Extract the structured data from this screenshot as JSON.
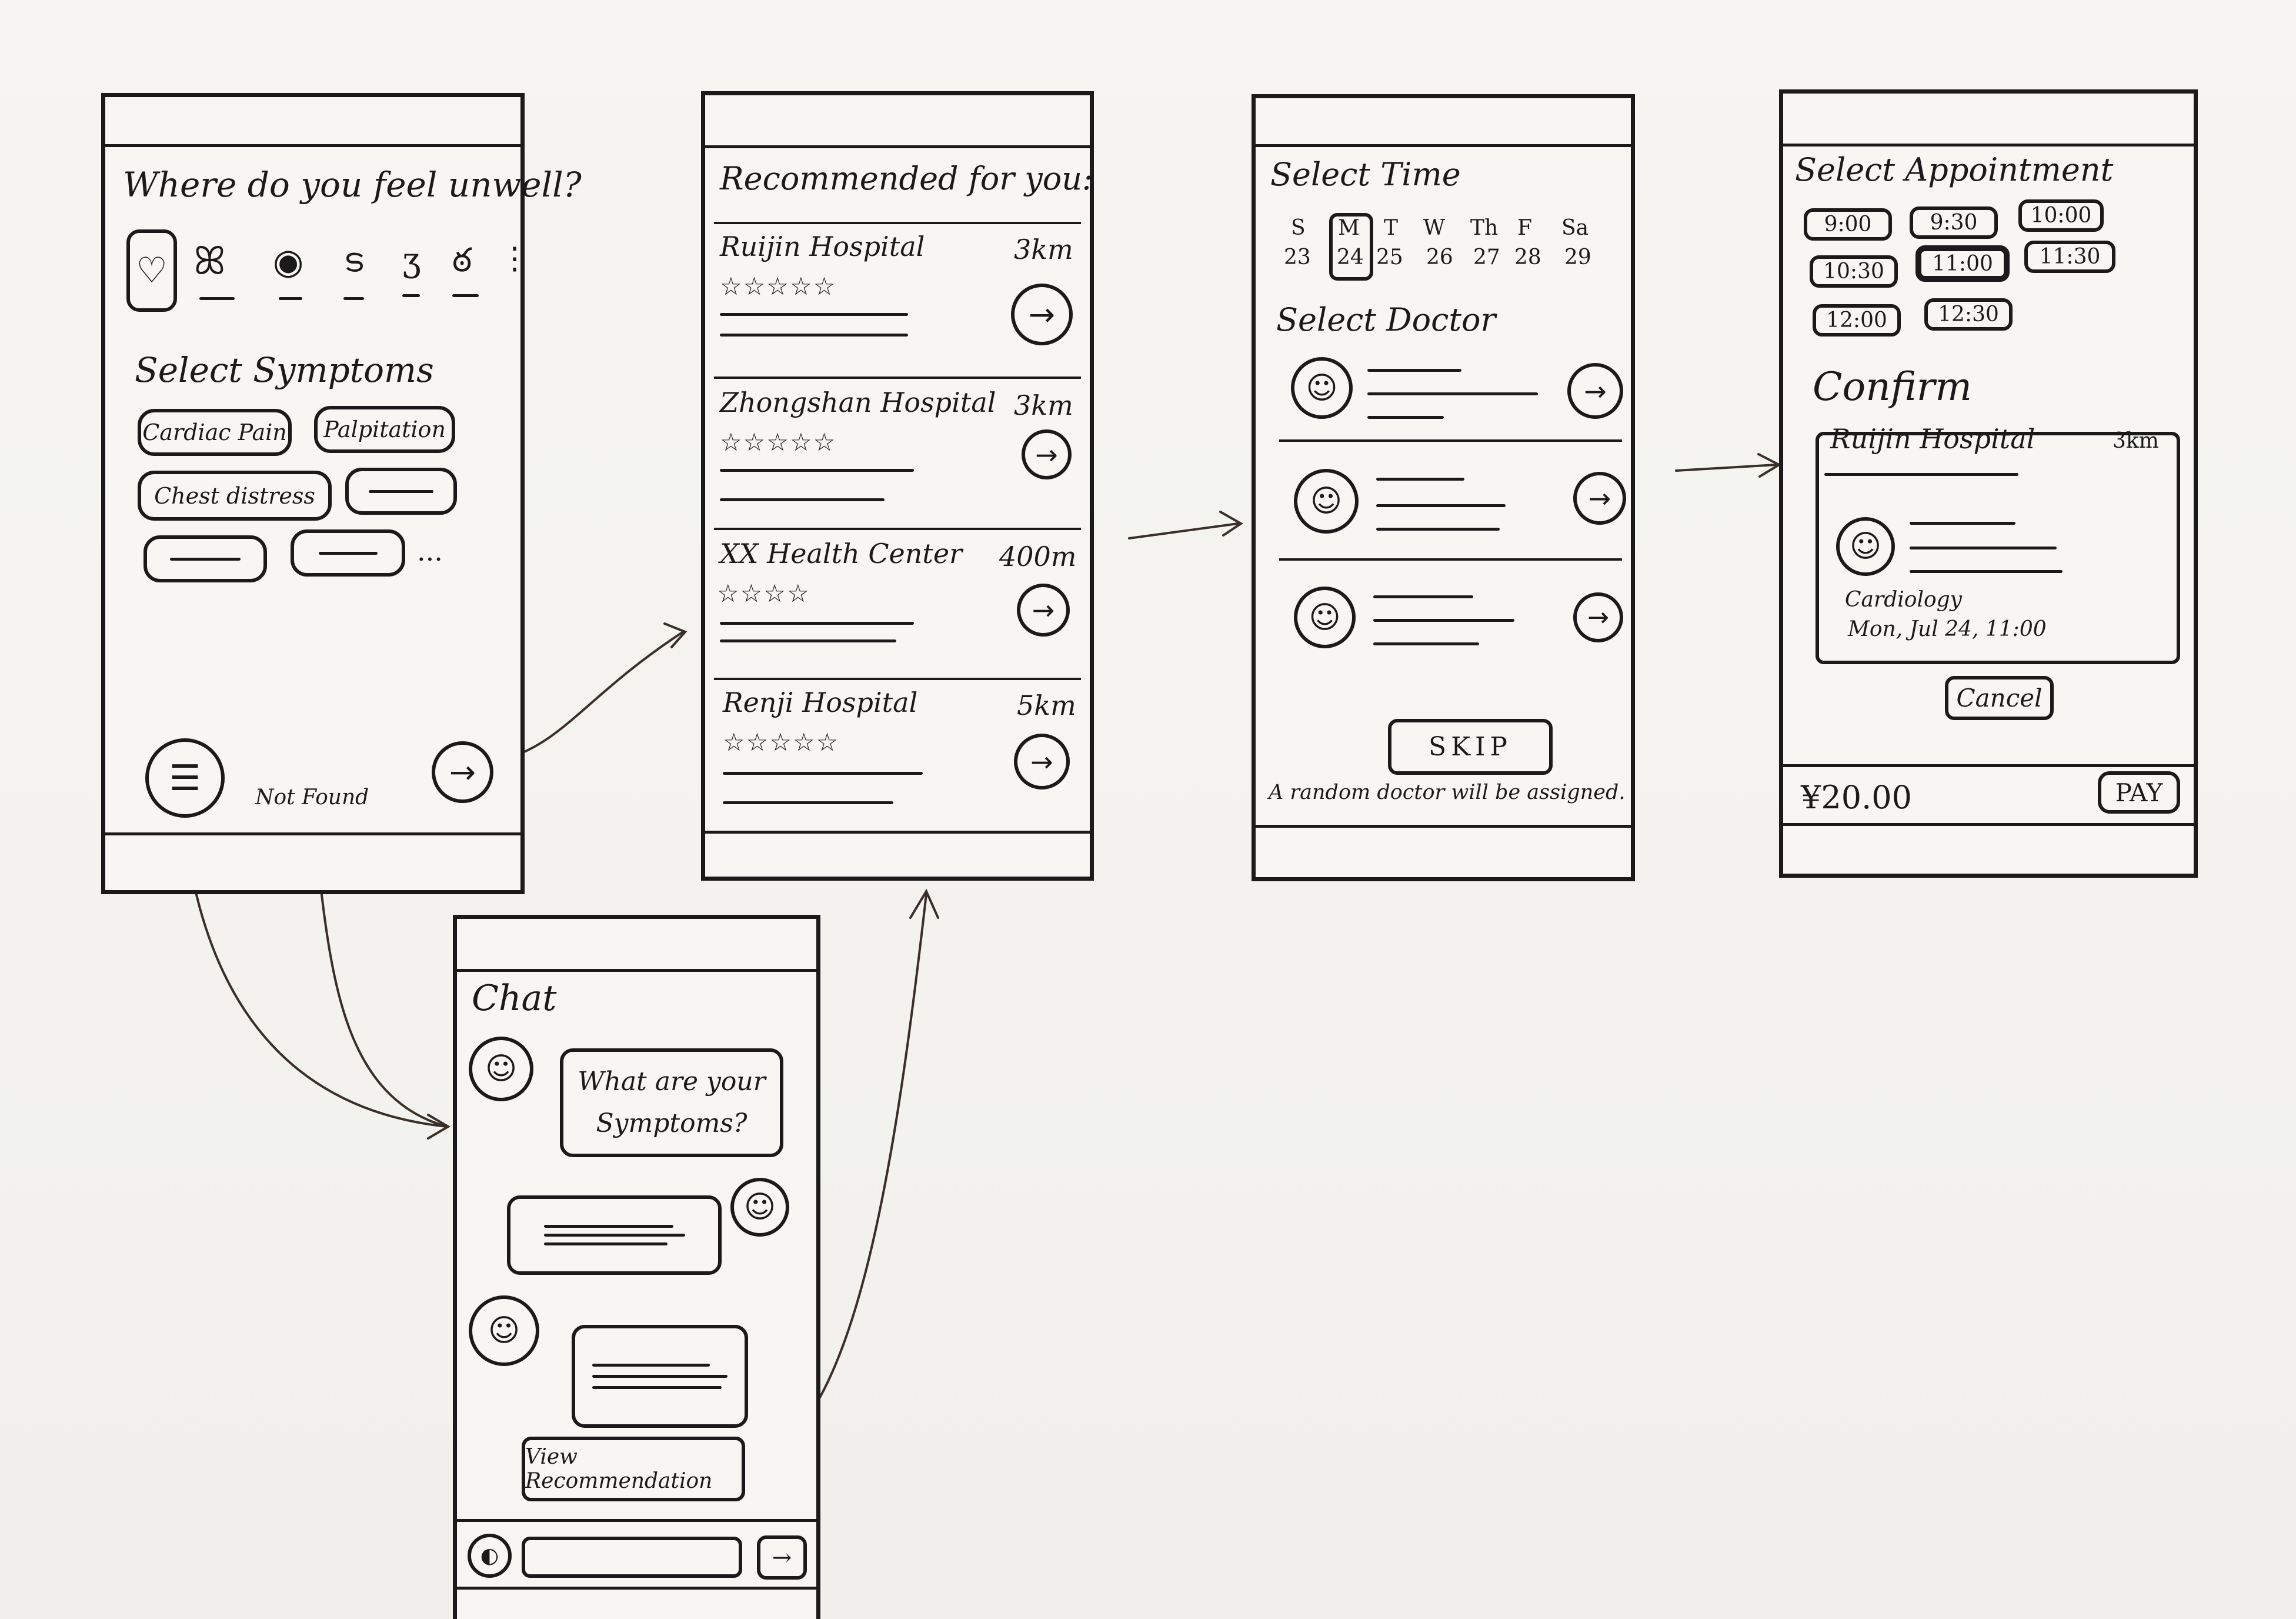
{
  "screen1": {
    "question": "Where do you feel unwell?",
    "body_icons": [
      "heart-icon",
      "lungs-icon",
      "eye-icon",
      "stomach-icon",
      "kidney-icon",
      "brain-icon"
    ],
    "more": "⋮",
    "symptoms_title": "Select Symptoms",
    "symptoms": [
      "Cardiac Pain",
      "Palpitation",
      "Chest distress"
    ],
    "ellipsis": "...",
    "not_found": "Not Found",
    "next": "→"
  },
  "screen2": {
    "title": "Recommended for you:",
    "hospitals": [
      {
        "name": "Ruijin Hospital",
        "distance": "3km",
        "stars": "☆☆☆☆☆"
      },
      {
        "name": "Zhongshan Hospital",
        "distance": "3km",
        "stars": "☆☆☆☆☆"
      },
      {
        "name": "XX Health Center",
        "distance": "400m",
        "stars": "☆☆☆☆"
      },
      {
        "name": "Renji Hospital",
        "distance": "5km",
        "stars": "☆☆☆☆☆"
      }
    ],
    "go": "→"
  },
  "screen3": {
    "title": "Select Time",
    "days": [
      "S",
      "M",
      "T",
      "W",
      "Th",
      "F",
      "Sa"
    ],
    "dates": [
      "23",
      "24",
      "25",
      "26",
      "27",
      "28",
      "29"
    ],
    "doctor_title": "Select Doctor",
    "skip": "SKIP",
    "note": "A random doctor will be assigned.",
    "go": "→"
  },
  "screen4": {
    "title": "Select Appointment",
    "times": [
      "9:00",
      "9:30",
      "10:00",
      "10:30",
      "11:00",
      "11:30",
      "12:00",
      "12:30"
    ],
    "selected_time": "11:00",
    "confirm_title": "Confirm",
    "hospital": "Ruijin Hospital",
    "distance": "3km",
    "department": "Cardiology",
    "datetime": "Mon, Jul 24, 11:00",
    "cancel": "Cancel",
    "price": "¥20.00",
    "pay": "PAY"
  },
  "chat": {
    "title": "Chat",
    "question": "What are your Symptoms?",
    "view": "View Recommendation",
    "send": "→"
  }
}
